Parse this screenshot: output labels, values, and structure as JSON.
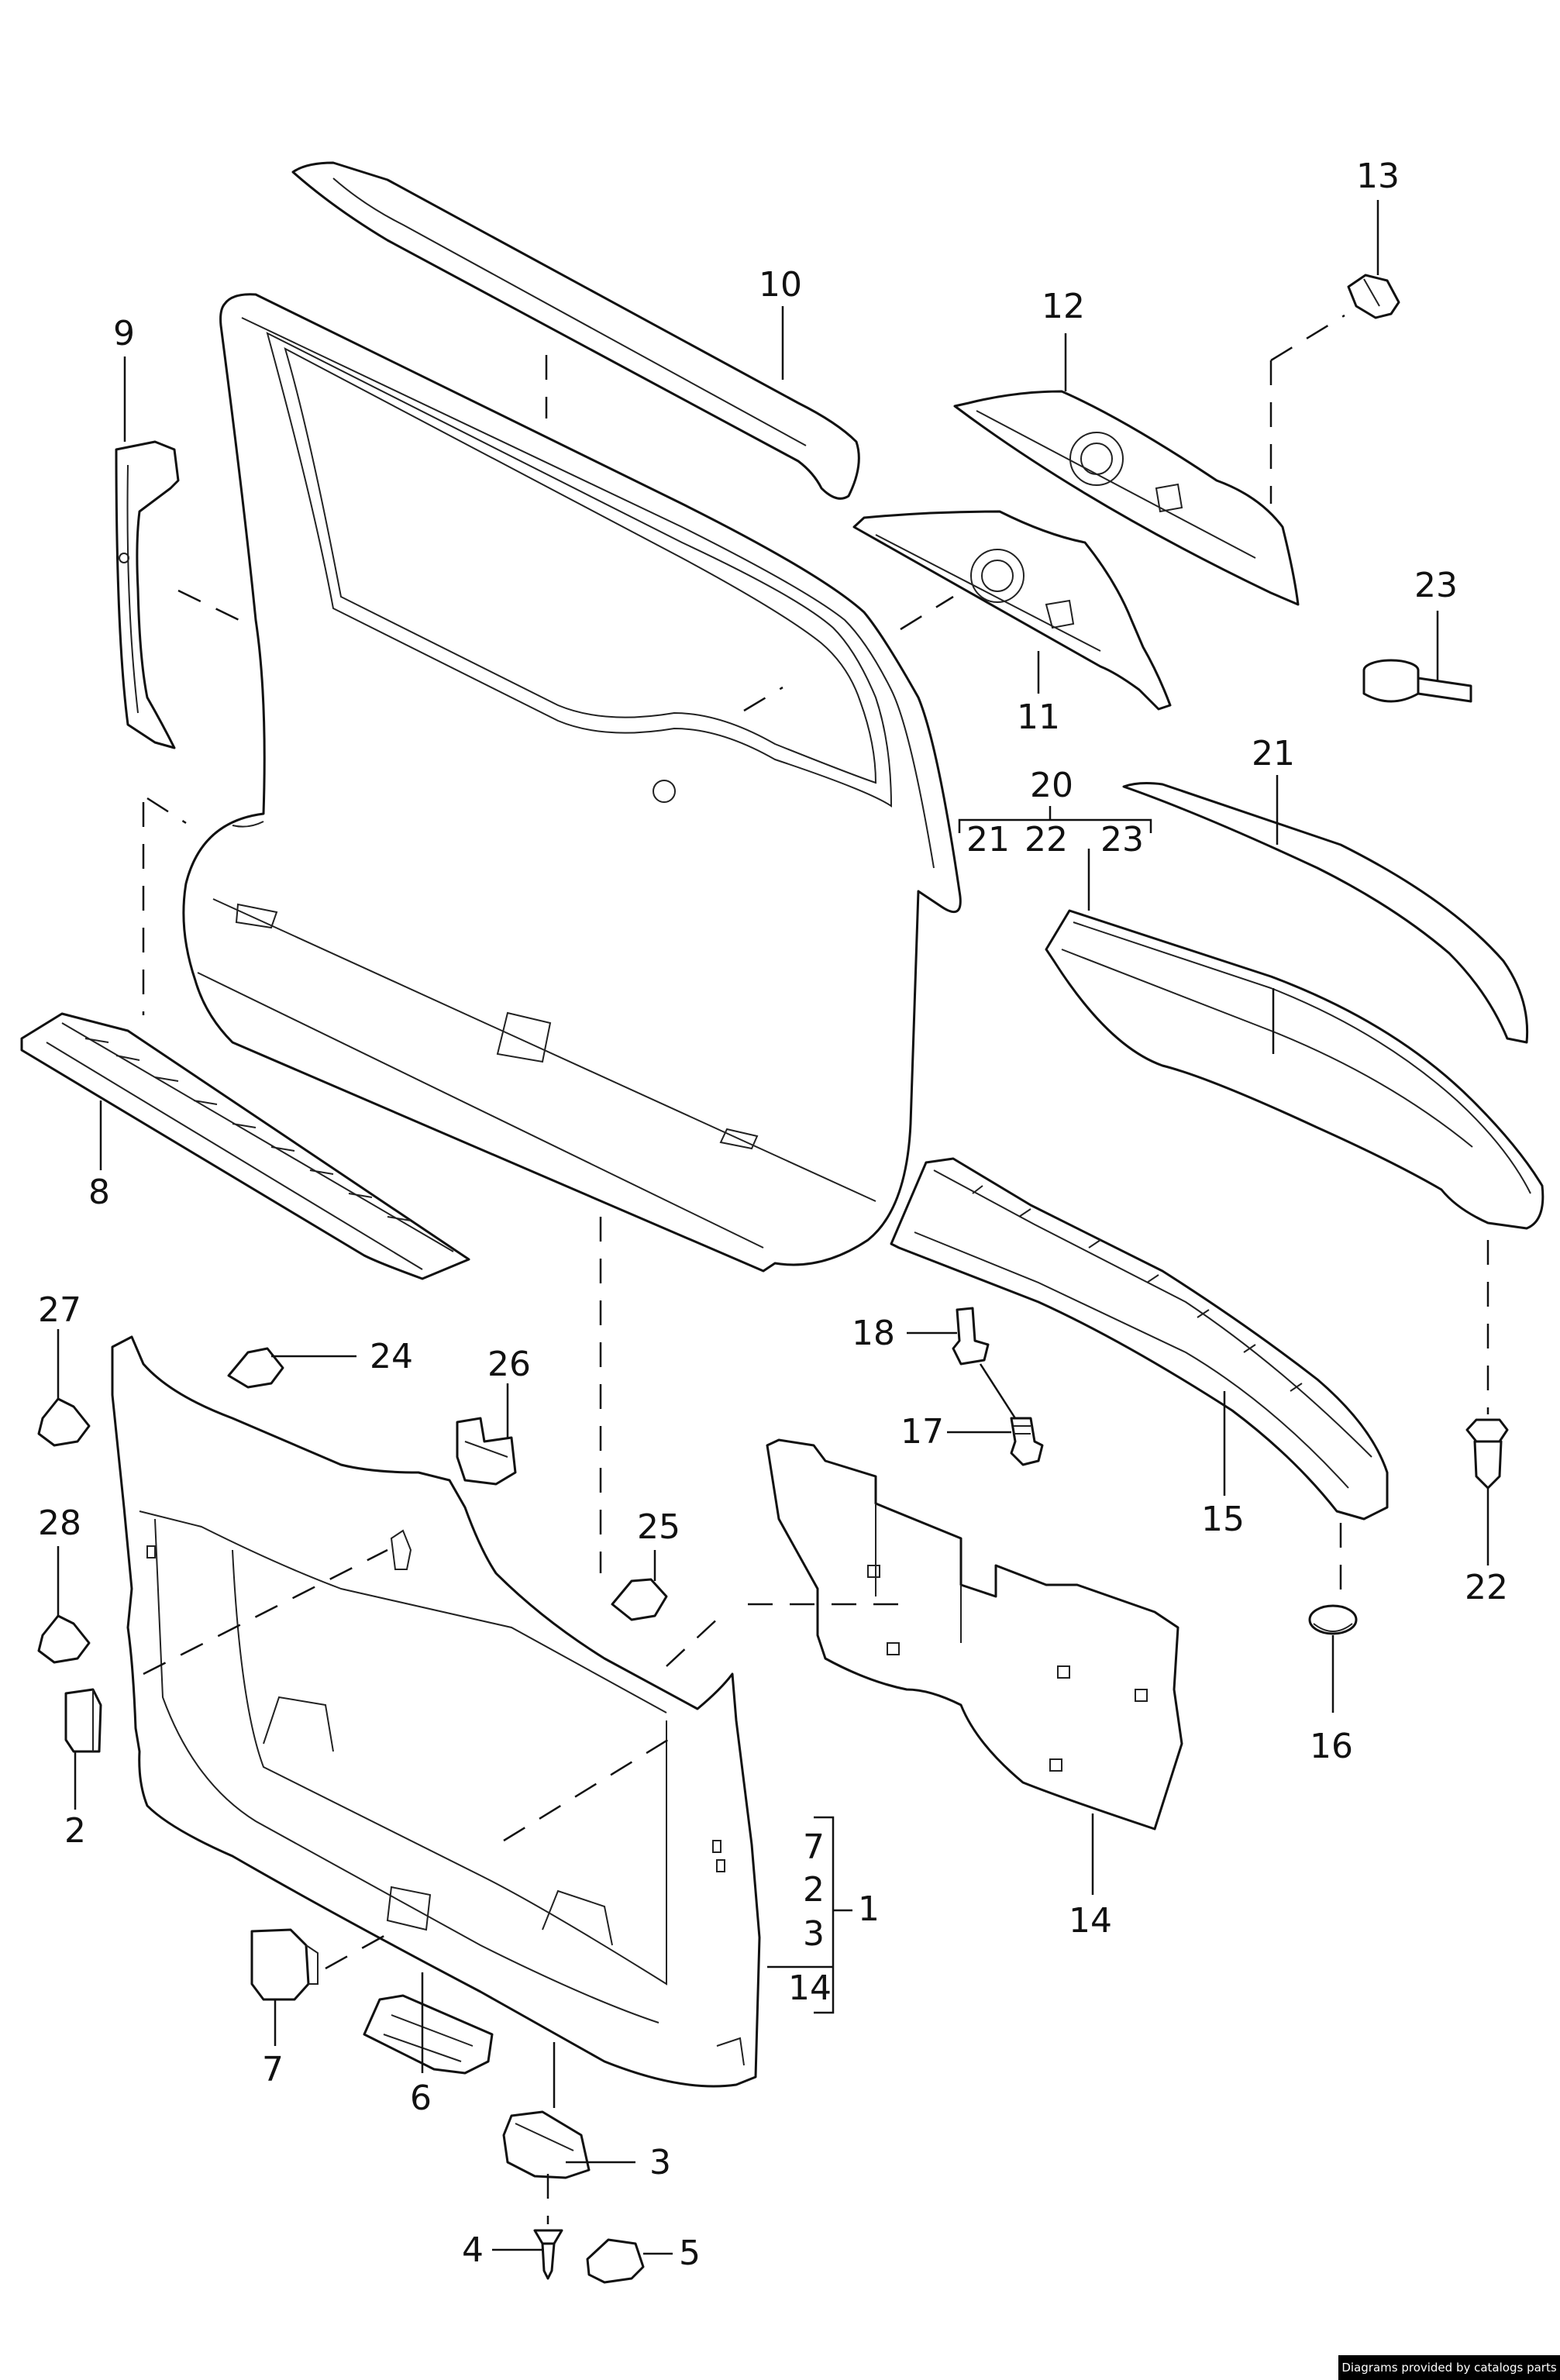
{
  "callouts": {
    "n1": "1",
    "n2a": "2",
    "n2b": "2",
    "n3a": "3",
    "n3b": "3",
    "n4": "4",
    "n5": "5",
    "n6": "6",
    "n7a": "7",
    "n7b": "7",
    "n8": "8",
    "n9": "9",
    "n10": "10",
    "n11": "11",
    "n12": "12",
    "n13": "13",
    "n14a": "14",
    "n14b": "14",
    "n15": "15",
    "n16": "16",
    "n17": "17",
    "n18": "18",
    "n20": "20",
    "n21a": "21",
    "n21b": "21",
    "n22a": "22",
    "n22b": "22",
    "n23a": "23",
    "n23b": "23",
    "n24": "24",
    "n25": "25",
    "n26": "26",
    "n27": "27",
    "n28": "28"
  },
  "credit": "Diagrams provided by catalogs parts"
}
